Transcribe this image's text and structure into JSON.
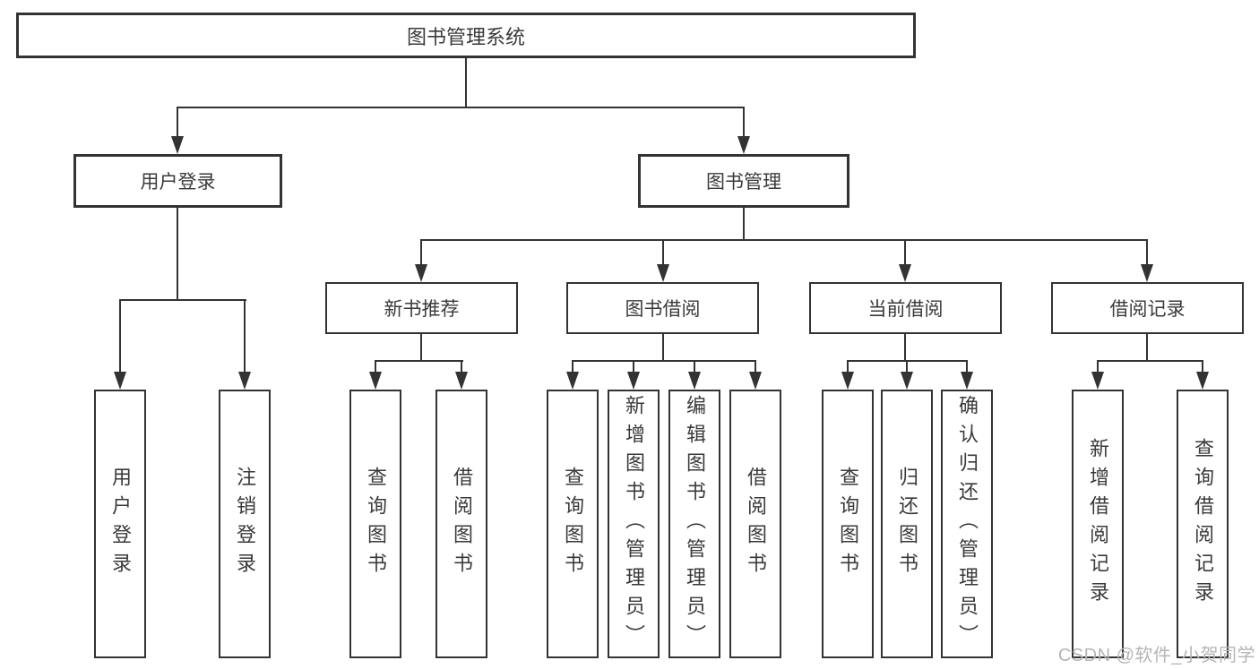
{
  "colors": {
    "line": "#333333",
    "text": "#3a3a3a",
    "background": "#ffffff",
    "watermark": "#b5b5b5"
  },
  "watermark": "CSDN @软件_小贺同学",
  "tree": {
    "root": "图书管理系统",
    "level2": [
      {
        "label": "用户登录",
        "leaves": [
          "用户登录",
          "注销登录"
        ]
      },
      {
        "label": "图书管理",
        "sections": [
          {
            "label": "新书推荐",
            "leaves": [
              "查询图书",
              "借阅图书"
            ]
          },
          {
            "label": "图书借阅",
            "leaves": [
              "查询图书",
              "新增图书（管理员）",
              "编辑图书（管理员）",
              "借阅图书"
            ]
          },
          {
            "label": "当前借阅",
            "leaves": [
              "查询图书",
              "归还图书",
              "确认归还（管理员）"
            ]
          },
          {
            "label": "借阅记录",
            "leaves": [
              "新增借阅记录",
              "查询借阅记录"
            ]
          }
        ]
      }
    ]
  }
}
